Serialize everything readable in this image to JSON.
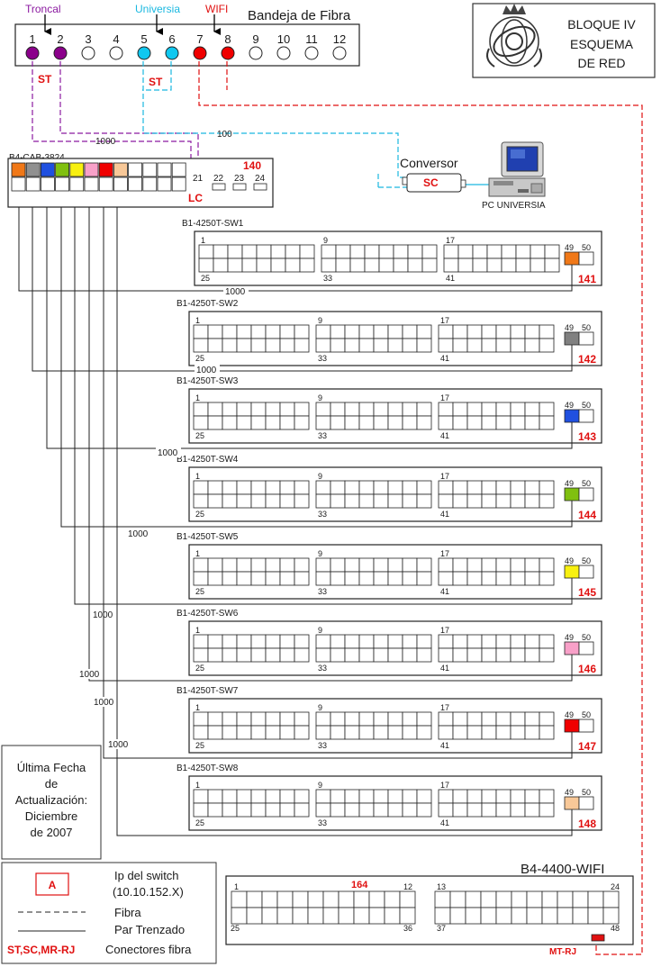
{
  "tray": {
    "title": "Bandeja de Fibra",
    "ports": [
      "1",
      "2",
      "3",
      "4",
      "5",
      "6",
      "7",
      "8",
      "9",
      "10",
      "11",
      "12"
    ],
    "groups": [
      {
        "label": "Troncal",
        "color": "#8b1aa0"
      },
      {
        "label": "Universia",
        "color": "#1ab8e0"
      },
      {
        "label": "WIFI",
        "color": "#e01010"
      }
    ],
    "port_colors": [
      "#8b008b",
      "#8b008b",
      "",
      "",
      "#10c8f0",
      "#10c8f0",
      "#f00000",
      "#f00000",
      "",
      "",
      "",
      ""
    ],
    "connector_troncal": "ST",
    "connector_universia": "ST"
  },
  "block": {
    "line1": "BLOQUE IV",
    "line2": "ESQUEMA",
    "line3": "DE RED"
  },
  "links": {
    "universia_speed": "100",
    "troncal_speed": "1000"
  },
  "core": {
    "name": "B4-CAB-3824",
    "ip": "140",
    "port_colors": [
      "#f07818",
      "#909090",
      "#2050e0",
      "#80c010",
      "#f8f010",
      "#f8a0c8",
      "#f00000",
      "#f8c898"
    ],
    "fiber_ports": [
      "21",
      "22",
      "23",
      "24"
    ],
    "lc_label": "LC"
  },
  "converter": {
    "label": "Conversor",
    "sc": "SC",
    "pc_label": "PC UNIVERSIA"
  },
  "switches": [
    {
      "name": "B1-4250T-SW1",
      "ip": "141",
      "uplink": "#f07818",
      "link": "1000"
    },
    {
      "name": "B1-4250T-SW2",
      "ip": "142",
      "uplink": "#808080",
      "link": "1000"
    },
    {
      "name": "B1-4250T-SW3",
      "ip": "143",
      "uplink": "#2050e0",
      "link": "1000"
    },
    {
      "name": "B1-4250T-SW4",
      "ip": "144",
      "uplink": "#80c010",
      "link": "1000"
    },
    {
      "name": "B1-4250T-SW5",
      "ip": "145",
      "uplink": "#f8f010",
      "link": "1000"
    },
    {
      "name": "B1-4250T-SW6",
      "ip": "146",
      "uplink": "#f8a0c8",
      "link": "1000"
    },
    {
      "name": "B1-4250T-SW7",
      "ip": "147",
      "uplink": "#f00000",
      "link": "1000"
    },
    {
      "name": "B1-4250T-SW8",
      "ip": "148",
      "uplink": "#f8c898",
      "link": "1000"
    }
  ],
  "switch_port_labels": {
    "g1_top": "1",
    "g1_bot": "25",
    "g2_top": "9",
    "g2_bot": "33",
    "g3_top": "17",
    "g3_bot": "41",
    "sfp1": "49",
    "sfp2": "50"
  },
  "update_note": [
    "Última Fecha",
    "de",
    "Actualización:",
    "Diciembre",
    "de 2007"
  ],
  "legend": {
    "ip_box": "A",
    "ip_line1": "Ip del switch",
    "ip_line2": "(10.10.152.X)",
    "fiber": "Fibra",
    "pair": "Par Trenzado",
    "conn_key": "ST,SC,MR-RJ",
    "conn_desc": "Conectores fibra"
  },
  "wifi": {
    "name": "B4-4400-WIFI",
    "ip": "164",
    "port_labels": {
      "a": "1",
      "b": "12",
      "c": "13",
      "d": "24",
      "e": "25",
      "f": "36",
      "g": "37",
      "h": "48"
    },
    "connector": "MT-RJ"
  }
}
